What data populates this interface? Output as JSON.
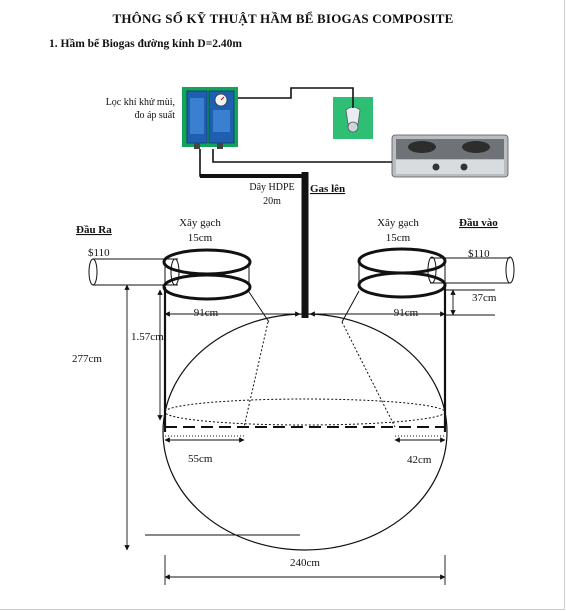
{
  "title": "THÔNG SỐ KỸ THUẬT HẦM BỂ BIOGAS COMPOSITE",
  "subtitle": "1. Hầm bể Biogas đường kính D=2.40m",
  "labels": {
    "filter_line1": "Lọc khí khử mùi,",
    "filter_line2": "đo áp suất",
    "hose_line1": "Dây HDPE",
    "hose_line2": "20m",
    "gas_up": "Gas lên",
    "outlet": "Đầu Ra",
    "inlet": "Đầu vào",
    "brick_left_line1": "Xây gạch",
    "brick_left_line2": "15cm",
    "brick_right_line1": "Xây gạch",
    "brick_right_line2": "15cm",
    "pipe_left": "$110",
    "pipe_right": "$110",
    "dim_37": "37cm",
    "dim_91_left": "91cm",
    "dim_91_right": "91cm",
    "dim_157": "1.57cm",
    "dim_277": "277cm",
    "dim_55": "55cm",
    "dim_42": "42cm",
    "dim_240": "240cm"
  },
  "colors": {
    "device_blue": "#1f5fb0",
    "device_green": "#13a35a",
    "valve_green": "#2fbf74",
    "stove_steel": "#9a9ea4",
    "line": "#111111"
  },
  "icons": {
    "gas_filter": "gas-filter-device-icon",
    "valve": "gas-valve-icon",
    "stove": "gas-stove-icon"
  }
}
